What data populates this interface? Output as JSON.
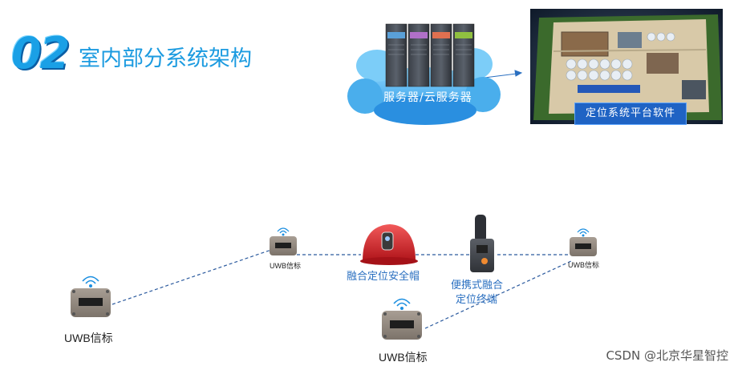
{
  "section": {
    "number": "02",
    "title": "室内部分系统架构"
  },
  "server": {
    "caption": "服务器/云服务器",
    "rack_colors": [
      "#5aa0d8",
      "#b070c8",
      "#e07050",
      "#90c040"
    ]
  },
  "platform": {
    "banner": "定位系统平台软件"
  },
  "nodes": {
    "beacon_left_bottom": "UWB信标",
    "beacon_mid_top": "UWB信标",
    "beacon_right": "UWB信标",
    "beacon_bottom_center": "UWB信标",
    "helmet": "融合定位安全帽",
    "terminal_line1": "便携式融合",
    "terminal_line2": "定位终端"
  },
  "watermark": "CSDN @北京华星智控",
  "colors": {
    "accent": "#1c9be0",
    "link_line": "#2b5a9e",
    "helmet": "#d9262b",
    "beacon_body": "#8f857c"
  }
}
